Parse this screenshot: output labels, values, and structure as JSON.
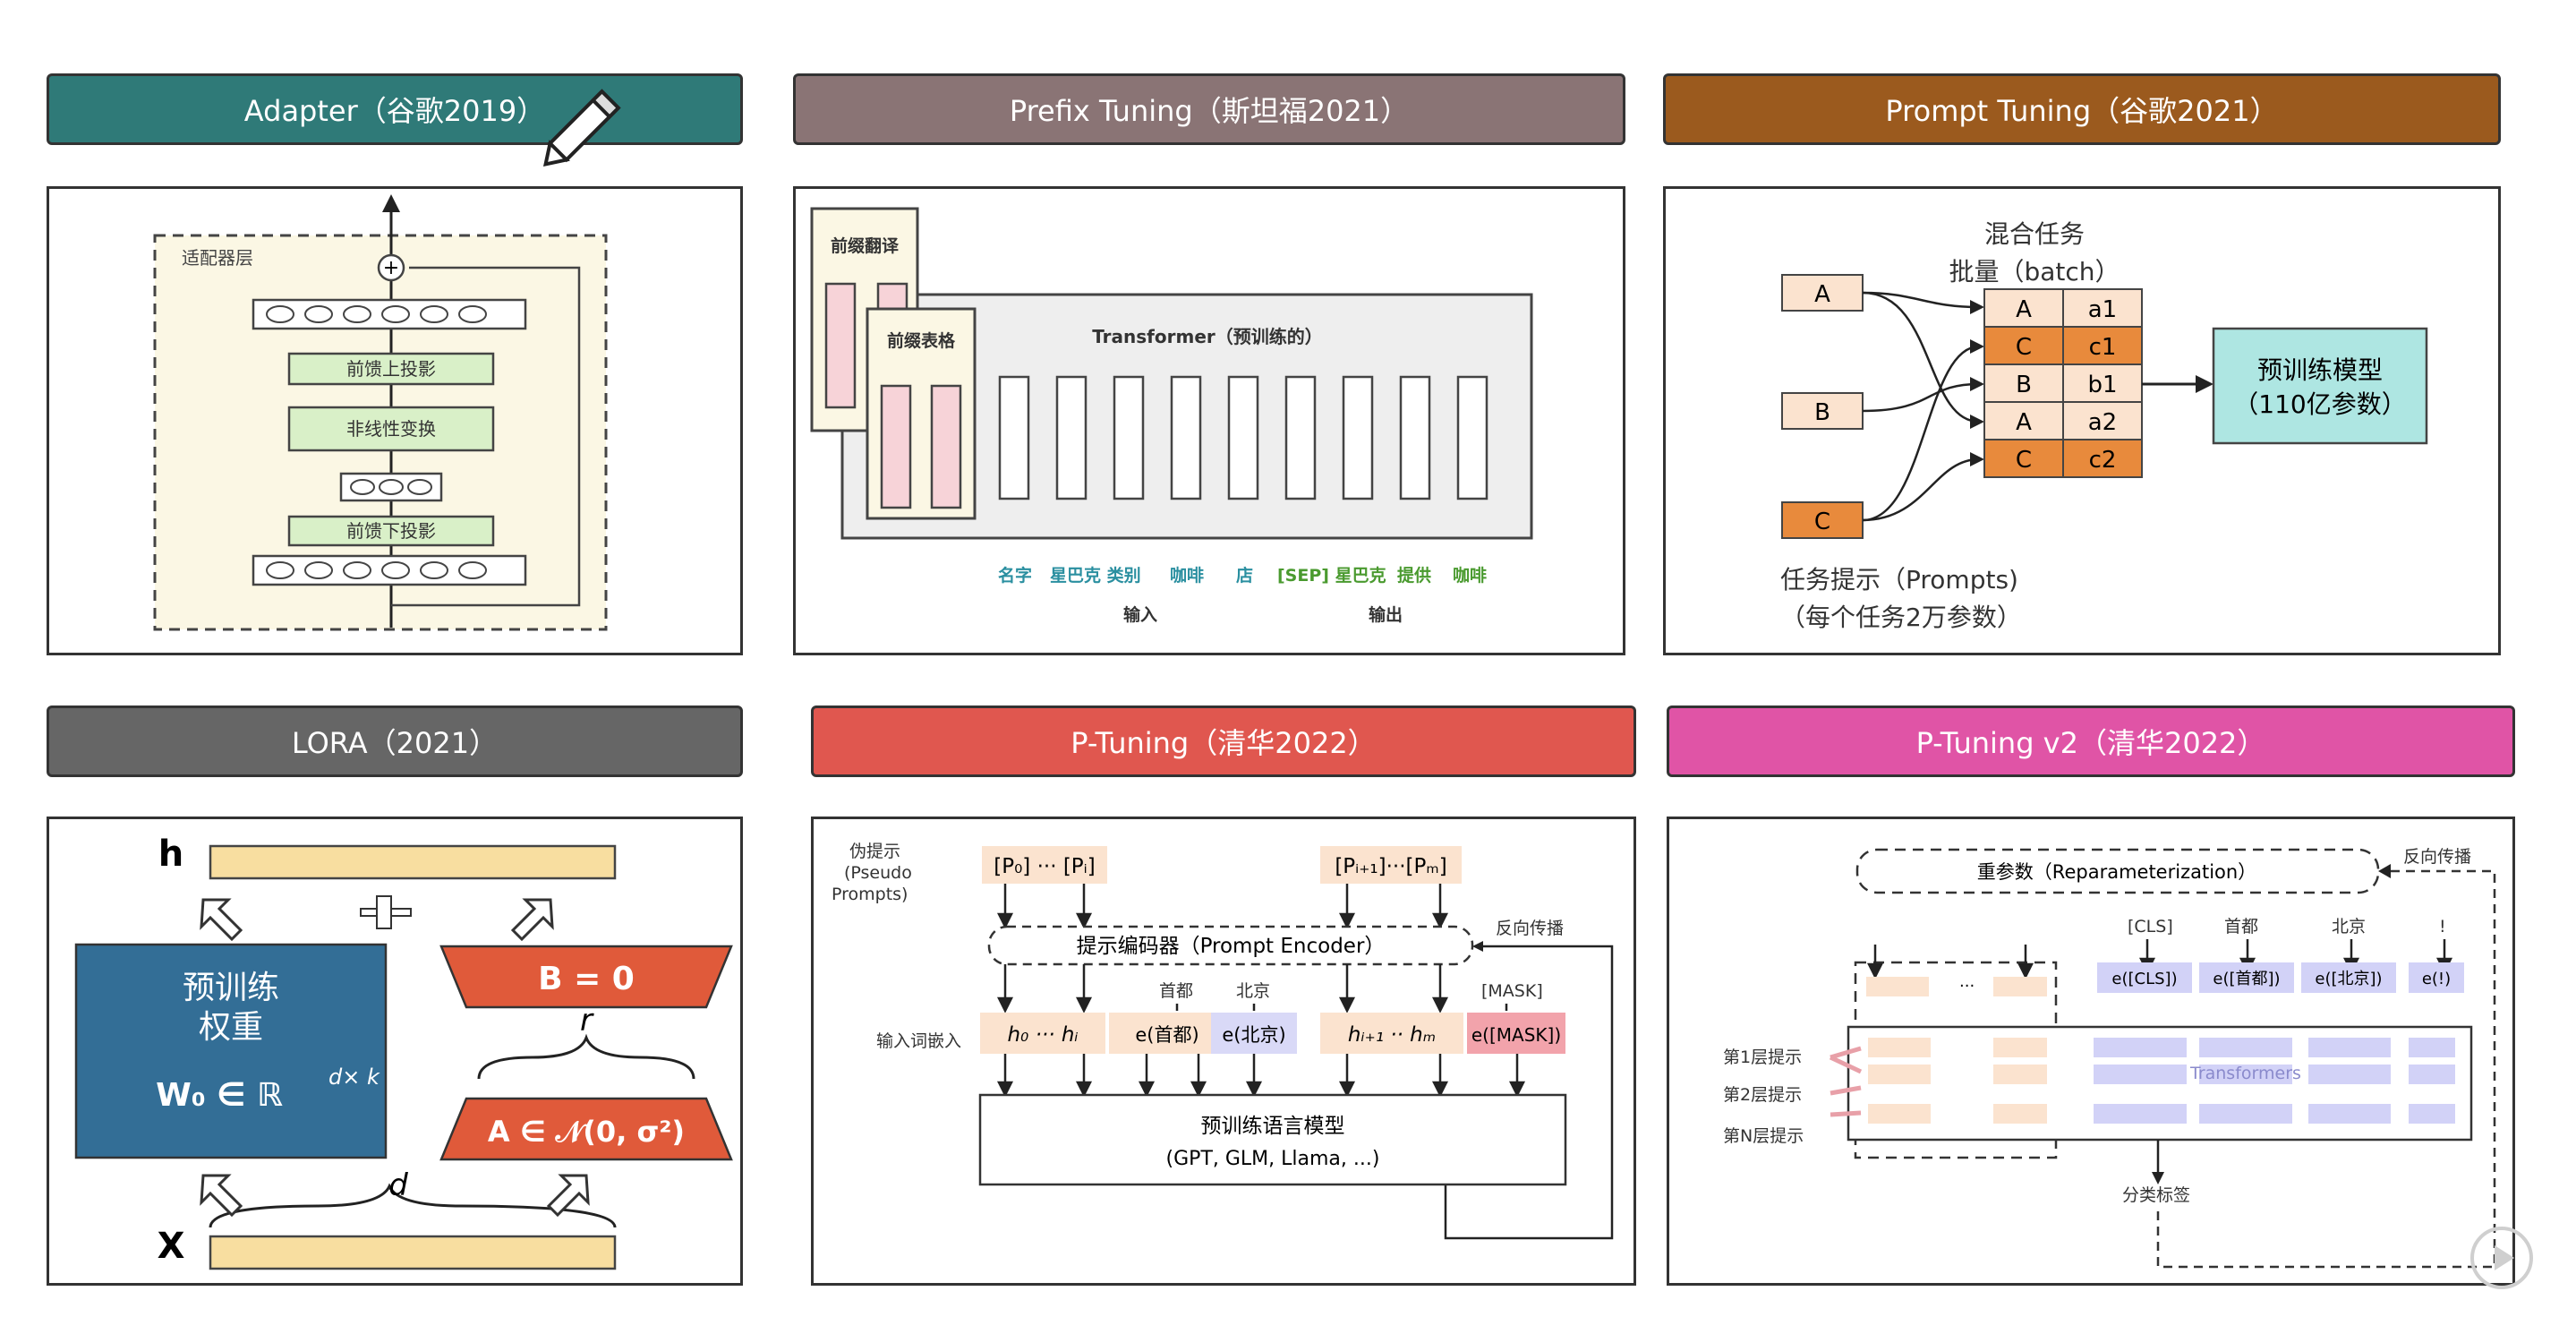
{
  "headers": {
    "adapter": "Adapter（谷歌2019）",
    "prefix": "Prefix Tuning（斯坦福2021）",
    "prompt": "Prompt Tuning（谷歌2021）",
    "lora": "LORA（2021）",
    "ptuning": "P-Tuning（清华2022）",
    "ptuning_v2": "P-Tuning v2（清华2022）"
  },
  "colors": {
    "adapter": "#2f7a78",
    "prefix": "#8a7475",
    "prompt": "#9b5a1e",
    "lora": "#666666",
    "ptuning": "#e0574f",
    "ptuning_v2": "#e054a6"
  },
  "adapter": {
    "layer_label": "适配器层",
    "up_proj": "前馈上投影",
    "nonlinear": "非线性变换",
    "down_proj": "前馈下投影",
    "plus": "+"
  },
  "prefix": {
    "translate": "前缀翻译",
    "table": "前缀表格",
    "transformer": "Transformer（预训练的）",
    "tokens": [
      "名字",
      "星巴克 类别",
      "咖啡",
      "店",
      "[SEP] 星巴克",
      "提供",
      "咖啡"
    ],
    "input_label": "输入",
    "output_label": "输出"
  },
  "prompt": {
    "mixed_title": "混合任务",
    "batch_title": "批量（batch）",
    "tasks": [
      "A",
      "B",
      "C"
    ],
    "batch_rows": [
      [
        "A",
        "a1"
      ],
      [
        "C",
        "c1"
      ],
      [
        "B",
        "b1"
      ],
      [
        "A",
        "a2"
      ],
      [
        "C",
        "c2"
      ]
    ],
    "model_line1": "预训练模型",
    "model_line2": "（110亿参数）",
    "prompts_line1": "任务提示（Prompts)",
    "prompts_line2": "（每个任务2万参数）"
  },
  "lora": {
    "h": "h",
    "x": "X",
    "pretrained_line1": "预训练",
    "pretrained_line2": "权重",
    "w0": "W₀ ∈ ℝ",
    "w0_sup": "d× k",
    "b_eq": "B = 0",
    "a_eq": "A ∈ 𝒩(0, σ²)",
    "r": "r",
    "d": "d",
    "plus": "+"
  },
  "ptuning": {
    "pseudo": [
      "伪提示",
      "(Pseudo",
      "Prompts)"
    ],
    "p_left": "[P₀] ··· [Pᵢ]",
    "p_right": "[Pᵢ₊₁]···[Pₘ]",
    "encoder": "提示编码器（Prompt Encoder）",
    "backprop": "反向传播",
    "embed_label": "输入词嵌入",
    "h_left": "h₀ ··· hᵢ",
    "e_capital": "e(首都)",
    "e_beijing": "e(北京)",
    "h_right": "hᵢ₊₁ ·· hₘ",
    "e_mask": "e([MASK])",
    "top_capital": "首都",
    "top_beijing": "北京",
    "top_mask": "[MASK]",
    "model_line1": "预训练语言模型",
    "model_line2": "(GPT, GLM, Llama, ...)"
  },
  "ptuning_v2": {
    "reparam": "重参数（Reparameterization）",
    "backprop": "反向传播",
    "top_tokens": [
      "[CLS]",
      "首都",
      "北京",
      "!"
    ],
    "e_tokens": [
      "e([CLS])",
      "e([首都])",
      "e([北京])",
      "e(!)"
    ],
    "layer1": "第1层提示",
    "layer2": "第2层提示",
    "layerN": "第N层提示",
    "transformers": "Transformers",
    "cls_label": "分类标签",
    "dots": "···"
  }
}
